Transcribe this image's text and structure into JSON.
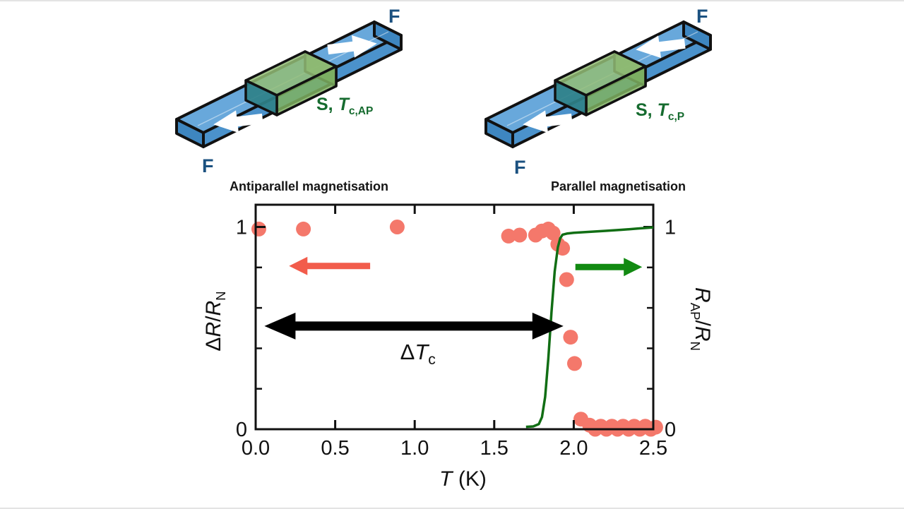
{
  "diagrams": {
    "antiparallel": {
      "f_top": "F",
      "f_bottom": "F",
      "s_label": {
        "prefix": "S, ",
        "symbol": "T",
        "subscript": "c,AP"
      },
      "caption": "Antiparallel magnetisation",
      "arrow_top": "right",
      "arrow_bottom": "left"
    },
    "parallel": {
      "f_top": "F",
      "f_bottom": "F",
      "s_label": {
        "prefix": "S, ",
        "symbol": "T",
        "subscript": "c,P"
      },
      "caption": "Parallel magnetisation",
      "arrow_top": "left",
      "arrow_bottom": "left"
    }
  },
  "colors": {
    "outline": "#111111",
    "bar_blue_top": "#68a8db",
    "bar_blue_front": "#4b92cb",
    "bar_blue_cap": "#3e86c0",
    "bar_green_top": "#93bd76",
    "bar_green_front": "#7fb161",
    "bar_green_cap_teal": "#2f8189",
    "bar_green_cap_right": "#6ba253",
    "f_label": "#1b5180",
    "s_label": "#166b2f",
    "axis": "#111111"
  },
  "chart_data": {
    "type": "scatter+line",
    "xlim": [
      0,
      2.5
    ],
    "ylim": [
      0,
      1.11
    ],
    "x_ticks": [
      0,
      0.5,
      1.0,
      1.5,
      2.0,
      2.5
    ],
    "x_tick_labels": [
      "0.0",
      "0.5",
      "1.0",
      "1.5",
      "2.0",
      "2.5"
    ],
    "xaxis_label": {
      "symbol": "T",
      "unit": " (K)"
    },
    "left_axis": {
      "majors": [
        {
          "v": 1,
          "label": "1"
        },
        {
          "v": 0,
          "label": "0"
        }
      ],
      "minors": [
        0.2,
        0.4,
        0.6,
        0.8
      ],
      "label": {
        "delta": "Δ",
        "r1": "R",
        "slash": "/",
        "r2": "R",
        "sub": "N"
      }
    },
    "right_axis": {
      "majors": [
        {
          "v": 1,
          "label": "1"
        },
        {
          "v": 0,
          "label": "0"
        }
      ],
      "minors": [
        0.2,
        0.4,
        0.6,
        0.8
      ],
      "label": {
        "r1": "R",
        "sub1": "AP",
        "slash": "/",
        "r2": "R",
        "sub2": "N"
      }
    },
    "series": [
      {
        "name": "delta_R_over_RN",
        "type": "scatter",
        "axis": "left",
        "color": "#f4786b",
        "points": [
          [
            0.02,
            0.99
          ],
          [
            0.3,
            0.99
          ],
          [
            0.89,
            1.0
          ],
          [
            1.59,
            0.955
          ],
          [
            1.66,
            0.96
          ],
          [
            1.76,
            0.96
          ],
          [
            1.8,
            0.98
          ],
          [
            1.84,
            0.99
          ],
          [
            1.87,
            0.97
          ],
          [
            1.9,
            0.915
          ],
          [
            1.93,
            0.895
          ],
          [
            1.955,
            0.74
          ],
          [
            1.98,
            0.455
          ],
          [
            2.005,
            0.325
          ],
          [
            2.045,
            0.05
          ],
          [
            2.1,
            0.02
          ],
          [
            2.135,
            0.0
          ],
          [
            2.17,
            0.015
          ],
          [
            2.205,
            0.0
          ],
          [
            2.24,
            0.015
          ],
          [
            2.275,
            0.0
          ],
          [
            2.31,
            0.015
          ],
          [
            2.345,
            0.0
          ],
          [
            2.38,
            0.015
          ],
          [
            2.415,
            0.0
          ],
          [
            2.45,
            0.015
          ],
          [
            2.485,
            0.0
          ],
          [
            2.515,
            0.01
          ]
        ]
      },
      {
        "name": "R_AP_over_RN",
        "type": "line",
        "axis": "right",
        "color": "#116e14",
        "points": [
          [
            1.7,
            0.012
          ],
          [
            1.745,
            0.014
          ],
          [
            1.78,
            0.025
          ],
          [
            1.8,
            0.06
          ],
          [
            1.82,
            0.16
          ],
          [
            1.84,
            0.35
          ],
          [
            1.86,
            0.58
          ],
          [
            1.88,
            0.78
          ],
          [
            1.9,
            0.9
          ],
          [
            1.915,
            0.945
          ],
          [
            1.93,
            0.962
          ],
          [
            1.96,
            0.968
          ],
          [
            2.0,
            0.971
          ],
          [
            2.1,
            0.976
          ],
          [
            2.2,
            0.981
          ],
          [
            2.3,
            0.986
          ],
          [
            2.4,
            0.992
          ],
          [
            2.5,
            0.998
          ]
        ]
      }
    ],
    "annotations": {
      "red_arrow": {
        "direction": "left",
        "tail_t": 0.72,
        "tip_t": 0.21,
        "v": 0.807,
        "color": "#f25c4b"
      },
      "green_arrow": {
        "direction": "right",
        "tail_t": 2.01,
        "tip_t": 2.43,
        "v": 0.802,
        "color": "#128a12"
      },
      "delta_tc_arrow": {
        "t_from": 0.055,
        "t_to": 1.935,
        "v": 0.51,
        "color": "#000000"
      },
      "delta_tc_label": {
        "prefix": "Δ",
        "symbol": "T",
        "subscript": "c",
        "t": 1.02,
        "v": 0.345
      }
    }
  }
}
